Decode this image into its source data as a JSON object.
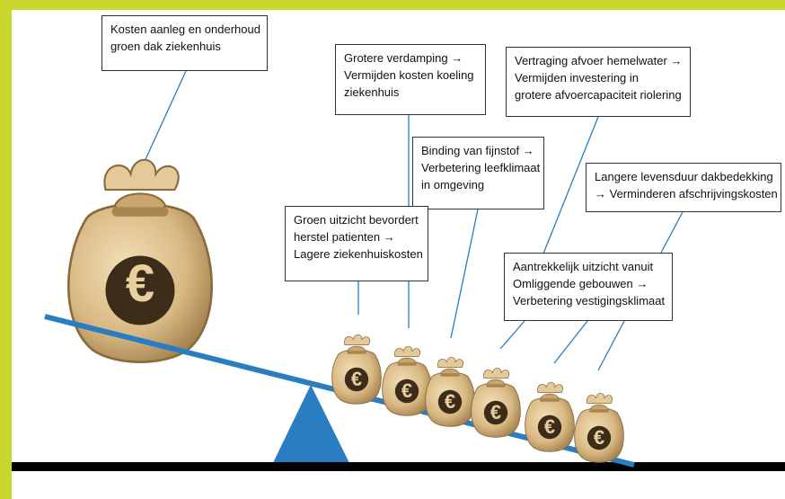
{
  "colors": {
    "frame": "#c8d62e",
    "beam": "#2a7dc1",
    "fulcrum": "#2a7dc1",
    "ground": "#000000",
    "connector": "#2a7dc1",
    "bag": "#d7b98a",
    "bag_dark": "#8a6a3c"
  },
  "icons": {
    "big_bag": "money-bag-euro-icon",
    "small_bag": "money-bag-euro-icon"
  },
  "boxes": {
    "costs": {
      "lines": [
        "Kosten aanleg en onderhoud",
        "groen dak ziekenhuis"
      ]
    },
    "evaporation": {
      "lines": [
        "Grotere verdamping →",
        "Vermijden kosten koeling",
        " ziekenhuis"
      ]
    },
    "drainage": {
      "lines": [
        "Vertraging afvoer hemelwater →",
        "Vermijden investering in",
        "grotere afvoercapaciteit  riolering"
      ]
    },
    "particulate": {
      "lines": [
        "Binding van fijnstof →",
        "Verbetering leefklimaat",
        " in omgeving"
      ]
    },
    "roof_life": {
      "lines": [
        "Langere levensduur dakbedekking",
        " → Verminderen  afschrijvingskosten"
      ]
    },
    "green_view": {
      "lines": [
        "Groen uitzicht bevordert",
        "herstel patienten →",
        "Lagere ziekenhuiskosten"
      ]
    },
    "attractive_view": {
      "lines": [
        "Aantrekkelijk uitzicht  vanuit",
        "Omliggende gebouwen →",
        "Verbetering vestigingsklimaat"
      ]
    }
  },
  "euro_symbol": "€"
}
